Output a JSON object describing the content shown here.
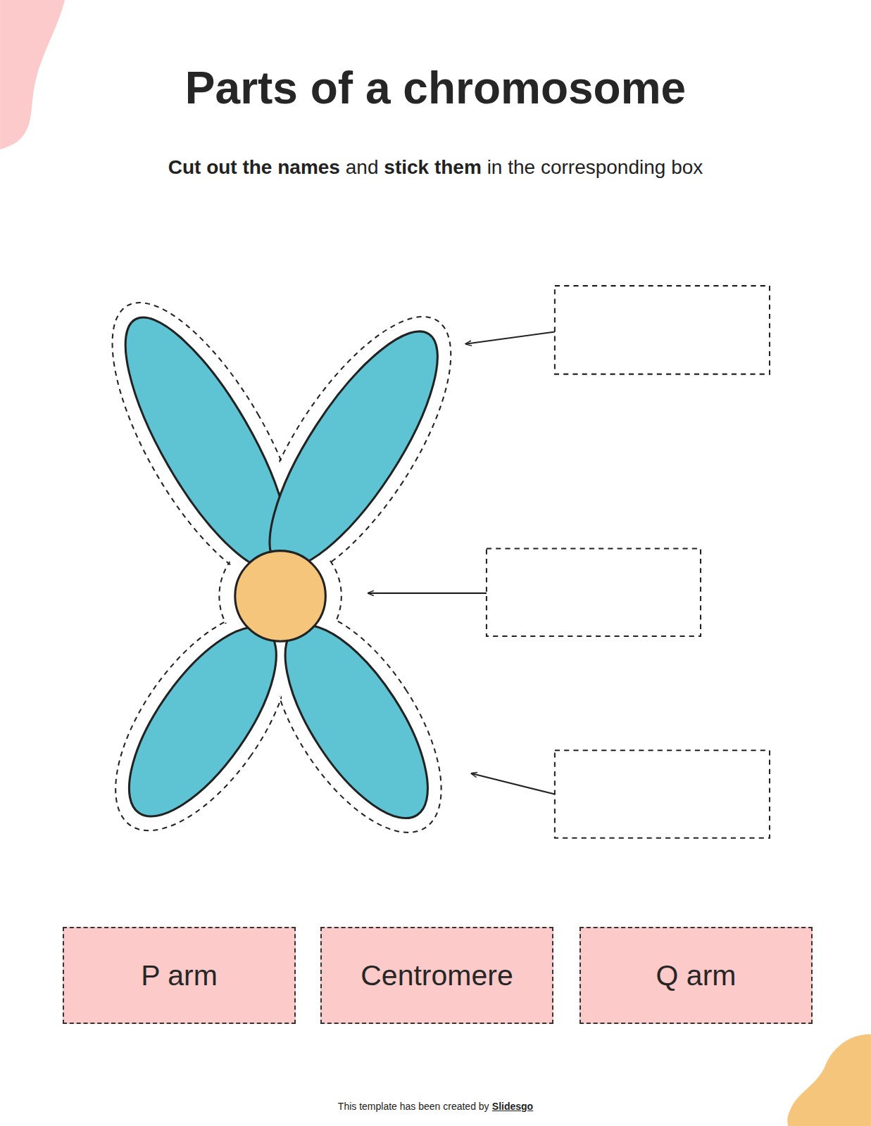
{
  "diagram": {
    "title": "Parts of a chromosome",
    "nodes": [
      {
        "text": [
          "P arm"
        ]
      },
      {
        "text": [
          "Centromere"
        ]
      },
      {
        "text": [
          "Q arm"
        ]
      }
    ],
    "labels": [
      "Cut out the names",
      "and",
      "stick them",
      "in the corresponding box",
      "This template has been created by",
      "Slidesgo"
    ]
  }
}
